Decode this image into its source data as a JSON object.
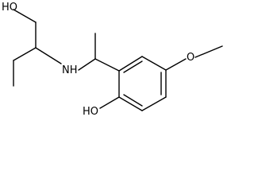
{
  "molecule": {
    "labels": {
      "hydroxyl_top": "HO",
      "amine": "NH",
      "methoxy_oxygen": "O",
      "phenol": "HO"
    },
    "colors": {
      "bond": "#000000",
      "text": "#000000",
      "background": "#ffffff"
    }
  }
}
